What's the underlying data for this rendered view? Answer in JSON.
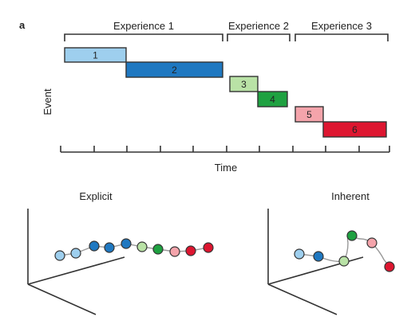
{
  "panel_label": "a",
  "experiences": [
    "Experience 1",
    "Experience 2",
    "Experience 3"
  ],
  "y_axis_label": "Event",
  "x_axis_label": "Time",
  "events": [
    {
      "label": "1",
      "color": "#9ecfee"
    },
    {
      "label": "2",
      "color": "#1f78c1"
    },
    {
      "label": "3",
      "color": "#b9e2a6"
    },
    {
      "label": "4",
      "color": "#1fa141"
    },
    {
      "label": "5",
      "color": "#f4a4ab"
    },
    {
      "label": "6",
      "color": "#dd1630"
    }
  ],
  "explicit_title": "Explicit",
  "inherent_title": "Inherent",
  "trajectory_colors": {
    "light_blue": "#9ecfee",
    "blue": "#1f78c1",
    "light_green": "#b9e2a6",
    "green": "#1fa141",
    "pink": "#f4a4ab",
    "red": "#dd1630"
  }
}
